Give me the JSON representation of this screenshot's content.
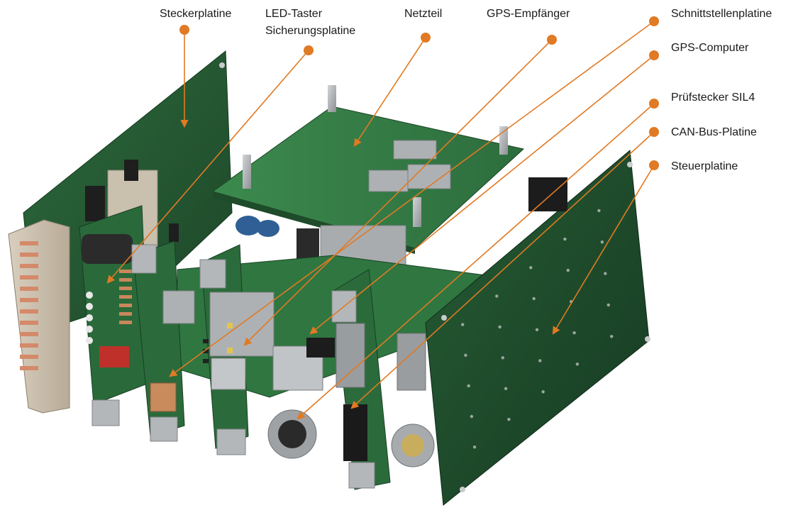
{
  "colors": {
    "leader": "#e07a24",
    "pcb_dark": "#1f4a2c",
    "pcb_mid": "#2e6b3d",
    "pcb_light": "#3f8a4f",
    "metal": "#b9bcbf",
    "connector_grey": "#9a9da0",
    "copper": "#c98a5c",
    "red_part": "#c0302a"
  },
  "labels": [
    {
      "id": "steckerplatine",
      "text": "Steckerplatine"
    },
    {
      "id": "led-taster",
      "text": "LED-Taster"
    },
    {
      "id": "sicherungsplatine",
      "text": "Sicherungsplatine"
    },
    {
      "id": "netzteil",
      "text": "Netzteil"
    },
    {
      "id": "gps-empfaenger",
      "text": "GPS-Empfänger"
    },
    {
      "id": "schnittstellenplatine",
      "text": "Schnittstellenplatine"
    },
    {
      "id": "gps-computer",
      "text": "GPS-Computer"
    },
    {
      "id": "pruefstecker",
      "text": "Prüfstecker SIL4"
    },
    {
      "id": "can-bus",
      "text": "CAN-Bus-Platine"
    },
    {
      "id": "steuerplatine",
      "text": "Steuerplatine"
    }
  ]
}
